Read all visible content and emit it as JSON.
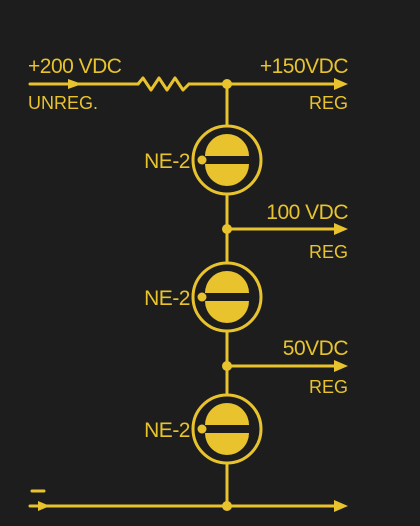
{
  "colors": {
    "background": "#1d1d1d",
    "ink": "#e8c32e"
  },
  "labels": {
    "input_voltage": "+200 VDC",
    "input_note": "UNREG.",
    "out1_voltage": "+150VDC",
    "out1_note": "REG",
    "out2_voltage": "100 VDC",
    "out2_note": "REG",
    "out3_voltage": "50VDC",
    "out3_note": "REG",
    "ground_symbol": "-"
  },
  "lamps": [
    {
      "part": "NE-2"
    },
    {
      "part": "NE-2"
    },
    {
      "part": "NE-2"
    }
  ]
}
